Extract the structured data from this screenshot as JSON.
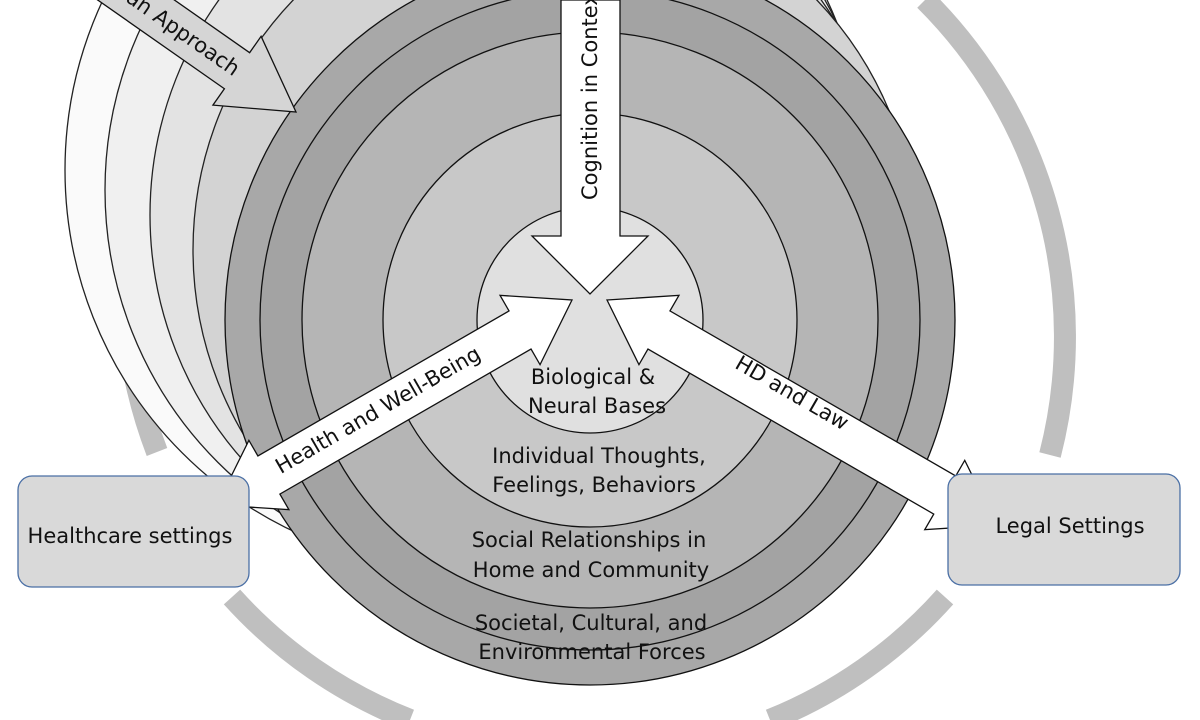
{
  "rings": {
    "core": [
      "Biological &",
      "Neural Bases"
    ],
    "individual": [
      "Individual Thoughts,",
      "Feelings, Behaviors"
    ],
    "social": [
      "Social Relationships in",
      "Home and Community"
    ],
    "societal": [
      "Societal, Cultural, and",
      "Environmental Forces"
    ]
  },
  "arrows": {
    "lifespan": "span Approach",
    "cognition": "Cognition in Context",
    "health": "Health and Well-Being",
    "law": "HD and Law"
  },
  "boxes": {
    "healthcare": "Healthcare settings",
    "legal": "Legal Settings"
  },
  "colors": {
    "outer_ring": "#a6a6a6",
    "societal": "#a6a6a6",
    "social": "#b8b8b8",
    "individual": "#cccccc",
    "core": "#e2e2e2",
    "arc": "#bfbfbf",
    "box_fill": "#d9d9d9",
    "box_border": "#4a6fa5"
  }
}
